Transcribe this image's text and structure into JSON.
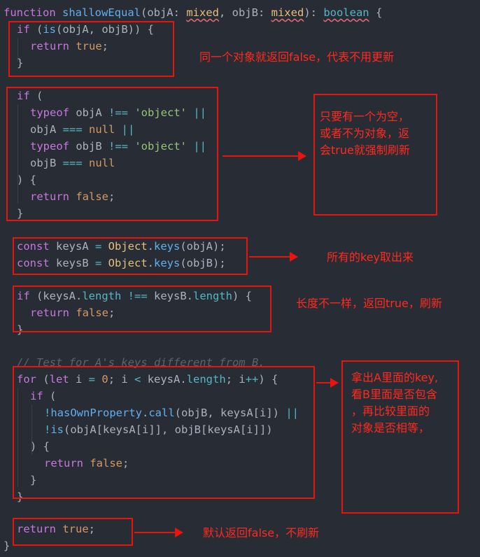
{
  "code": {
    "l1": {
      "kw": "function",
      "name": "shallowEqual",
      "p1": "(objA: ",
      "t1": "mixed",
      "p2": ", objB: ",
      "t2": "mixed",
      "p3": "): ",
      "t3": "boolean",
      "p4": " {"
    },
    "l2": {
      "kw": "if",
      "p1": " (",
      "fn": "is",
      "p2": "(objA, objB)) {"
    },
    "l3": {
      "kw": "return",
      "v": " true",
      "p": ";"
    },
    "l4": {
      "p": "}"
    },
    "l5": {
      "kw": "if",
      "p": " ("
    },
    "l6": {
      "kw": "typeof",
      "p1": " objA ",
      "op": "!==",
      "s": " 'object'",
      "op2": " ||"
    },
    "l7": {
      "p1": "objA ",
      "op": "===",
      "v": " null",
      "op2": " ||"
    },
    "l8": {
      "kw": "typeof",
      "p1": " objB ",
      "op": "!==",
      "s": " 'object'",
      "op2": " ||"
    },
    "l9": {
      "p1": "objB ",
      "op": "===",
      "v": " null"
    },
    "l10": {
      "p": ") {"
    },
    "l11": {
      "kw": "return",
      "v": " false",
      "p": ";"
    },
    "l12": {
      "p": "}"
    },
    "l13": {
      "kw": "const",
      "p1": " keysA ",
      "op": "=",
      "cls": " Object",
      "p2": ".",
      "fn": "keys",
      "p3": "(objA);"
    },
    "l14": {
      "kw": "const",
      "p1": " keysB ",
      "op": "=",
      "cls": " Object",
      "p2": ".",
      "fn": "keys",
      "p3": "(objB);"
    },
    "l15": {
      "kw": "if",
      "p1": " (keysA.",
      "prop": "length",
      "op": " !==",
      "p2": " keysB.",
      "prop2": "length",
      "p3": ") {"
    },
    "l16": {
      "kw": "return",
      "v": " false",
      "p": ";"
    },
    "l17": {
      "p": "}"
    },
    "l18": {
      "cm": "// Test for A's keys different from B."
    },
    "l19": {
      "kw": "for",
      "p1": " (",
      "kw2": "let",
      "p2": " i ",
      "op": "=",
      "v": " 0",
      "p3": "; i ",
      "op2": "<",
      "p4": " keysA.",
      "prop": "length",
      "p5": "; i",
      "op3": "++",
      "p6": ") {"
    },
    "l20": {
      "kw": "if",
      "p": " ("
    },
    "l21": {
      "op": "!",
      "fn1": "hasOwnProperty",
      "p1": ".",
      "fn2": "call",
      "p2": "(objB, keysA[i]) ",
      "op2": "||"
    },
    "l22": {
      "op": "!",
      "fn": "is",
      "p": "(objA[keysA[i]], objB[keysA[i]])"
    },
    "l23": {
      "p": ") {"
    },
    "l24": {
      "kw": "return",
      "v": " false",
      "p": ";"
    },
    "l25": {
      "p": "}"
    },
    "l26": {
      "p": "}"
    },
    "l27": {
      "kw": "return",
      "v": " true",
      "p": ";"
    },
    "l28": {
      "p": "}"
    }
  },
  "annotations": {
    "a1": "同一个对象就返回false，代表不用更新",
    "a2_1": "只要有一个为空，",
    "a2_2": "或者不为对象，返",
    "a2_3": "会true就强制刷新",
    "a3": "所有的key取出来",
    "a4": "长度不一样，返回true，刷新",
    "a5_1": "拿出A里面的key,",
    "a5_2": "看B里面是否包含",
    "a5_3": "，再比较里面的",
    "a5_4": "对象是否相等，",
    "a6": "默认返回false，不刷新"
  },
  "colors": {
    "annotation": "#ff2a1f",
    "box": "#e8150f",
    "background": "#282c34"
  }
}
